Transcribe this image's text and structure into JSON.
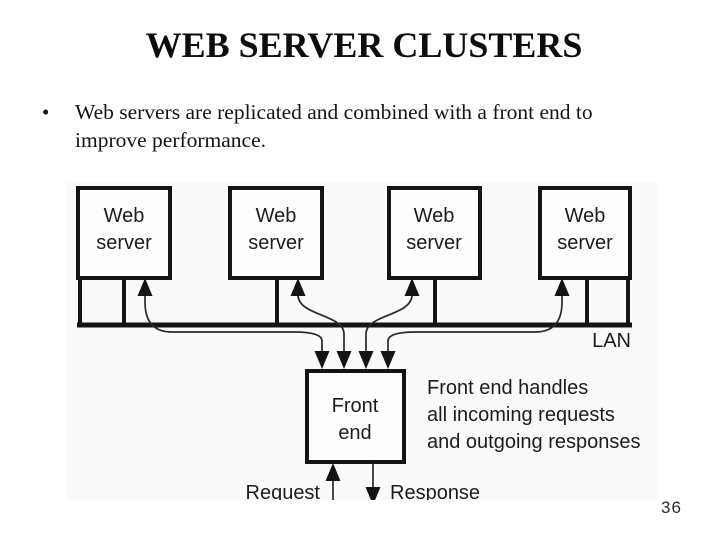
{
  "slide": {
    "title": "WEB SERVER CLUSTERS",
    "bullet": {
      "marker": "•",
      "line1": "Web servers are replicated and combined with a front end to",
      "line2": "improve performance."
    },
    "page_number": "36"
  },
  "diagram": {
    "web_server_boxes": [
      {
        "line1": "Web",
        "line2": "server"
      },
      {
        "line1": "Web",
        "line2": "server"
      },
      {
        "line1": "Web",
        "line2": "server"
      },
      {
        "line1": "Web",
        "line2": "server"
      }
    ],
    "lan_label": "LAN",
    "front_end_box": {
      "line1": "Front",
      "line2": "end"
    },
    "annotation": {
      "line1": "Front end handles",
      "line2": "all incoming requests",
      "line3": "and outgoing responses"
    },
    "request_label": "Request",
    "response_label": "Response",
    "colors": {
      "line": "#141414",
      "text": "#1c1c1c",
      "diagram_background": "#fafafa",
      "slide_background": "#ffffff"
    }
  }
}
